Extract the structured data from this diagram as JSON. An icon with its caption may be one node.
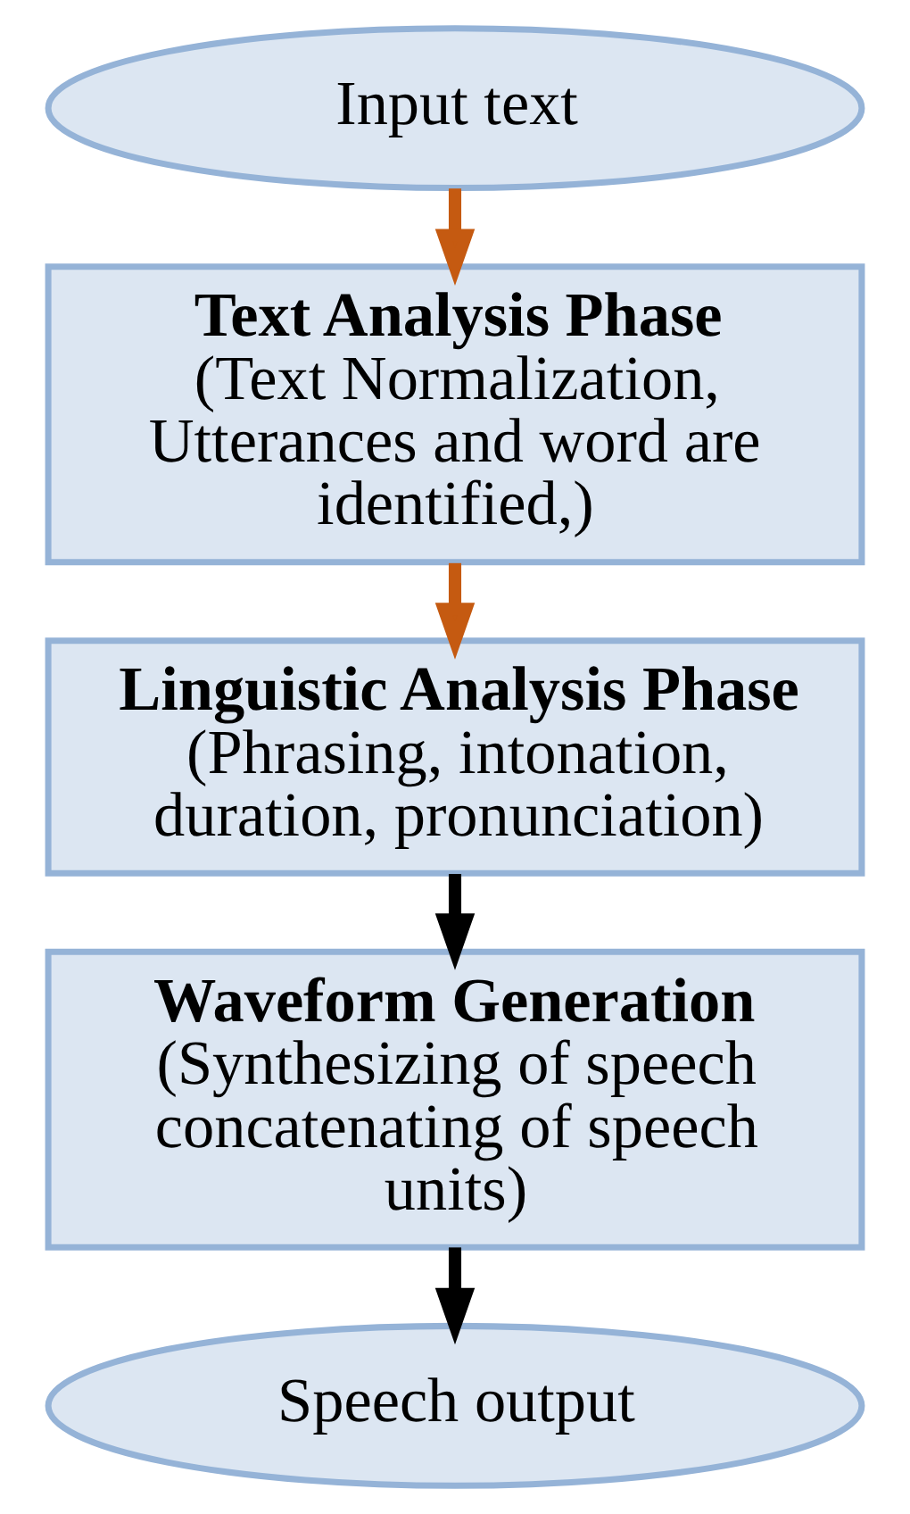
{
  "diagram": {
    "nodes": [
      {
        "text": [
          "Input text"
        ]
      },
      {
        "text": [
          "Text Analysis Phase",
          "(Text Normalization, Utterances and word are identified,)"
        ]
      },
      {
        "text": [
          "Linguistic Analysis Phase",
          "(Phrasing, intonation, duration, pronunciation)"
        ]
      },
      {
        "text": [
          "Waveform Generation",
          "(Synthesizing of speech concatenating of speech units)"
        ]
      },
      {
        "text": [
          "Speech output"
        ]
      }
    ],
    "edges": [
      {
        "from": 0,
        "to": 1,
        "arrow": "to",
        "color": "#c55a11"
      },
      {
        "from": 1,
        "to": 2,
        "arrow": "to",
        "color": "#c55a11"
      },
      {
        "from": 2,
        "to": 3,
        "arrow": "to",
        "color": "#000000"
      },
      {
        "from": 3,
        "to": 4,
        "arrow": "to",
        "color": "#000000"
      }
    ]
  }
}
